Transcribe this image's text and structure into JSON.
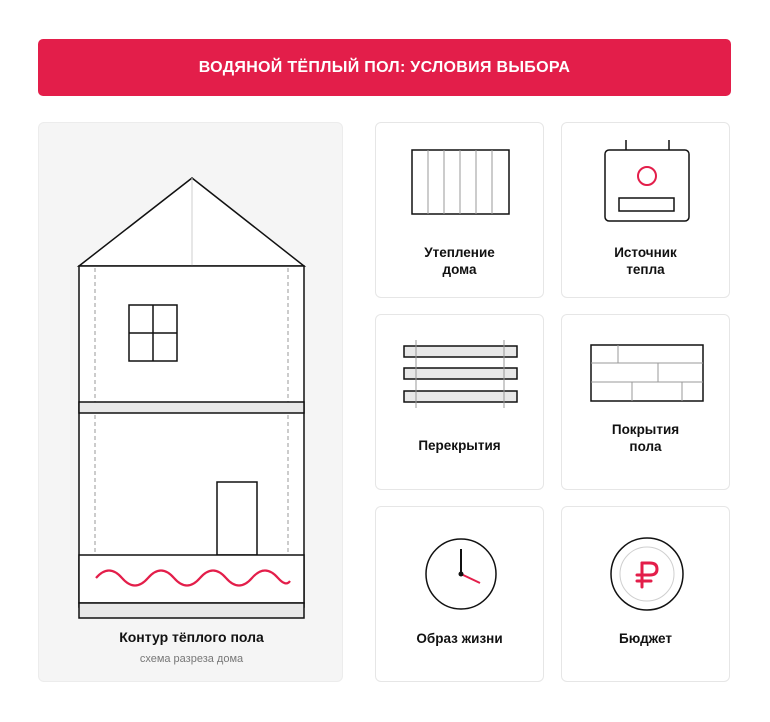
{
  "header": {
    "title": "ВОДЯНОЙ ТЁПЛЫЙ ПОЛ: УСЛОВИЯ ВЫБОРА"
  },
  "house": {
    "caption": "Контур тёплого пола",
    "subcaption": "схема разреза дома"
  },
  "factors": [
    {
      "label": "Утепление\nдома",
      "icon": "insulation-panel-icon"
    },
    {
      "label": "Источник\nтепла",
      "icon": "boiler-icon"
    },
    {
      "label": "Перекрытия",
      "icon": "floor-slabs-icon"
    },
    {
      "label": "Покрытия\nпола",
      "icon": "floor-tiles-icon"
    },
    {
      "label": "Образ жизни",
      "icon": "clock-icon"
    },
    {
      "label": "Бюджет",
      "icon": "ruble-coin-icon"
    }
  ],
  "colors": {
    "accent": "#e31e4a",
    "line": "#111111",
    "panel": "#f5f5f5"
  }
}
